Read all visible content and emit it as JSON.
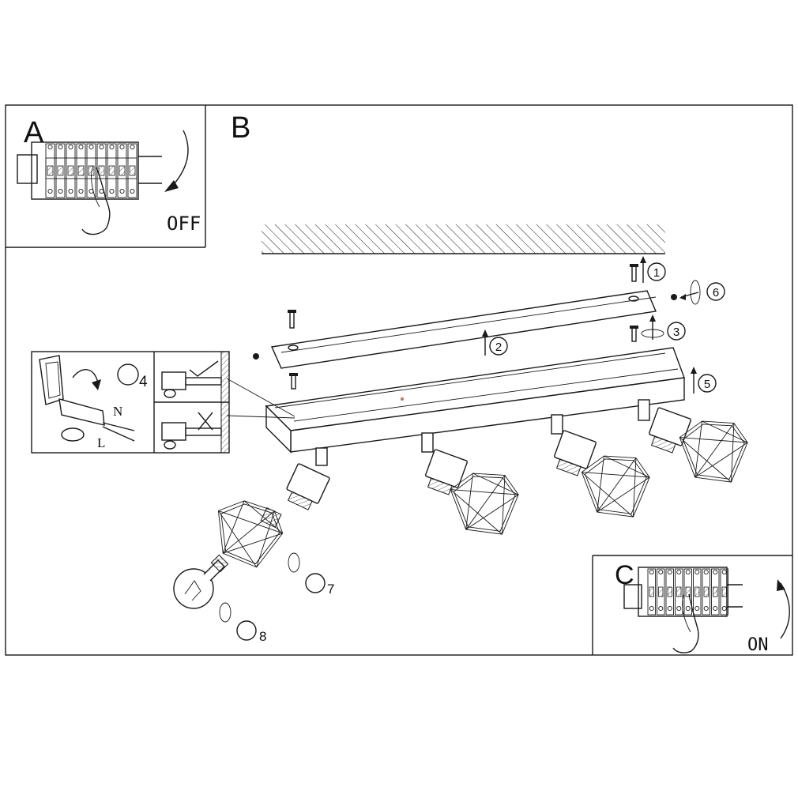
{
  "panels": {
    "a": {
      "letter": "A",
      "switch_label": "OFF"
    },
    "b": {
      "letter": "B"
    },
    "c": {
      "letter": "C",
      "switch_label": "ON"
    }
  },
  "wiring": {
    "step": "4",
    "neutral": "N",
    "live": "L"
  },
  "steps": [
    "1",
    "2",
    "3",
    "5",
    "6",
    "7",
    "8"
  ],
  "colors": {
    "line": "#1a1a1a",
    "background": "#ffffff"
  }
}
